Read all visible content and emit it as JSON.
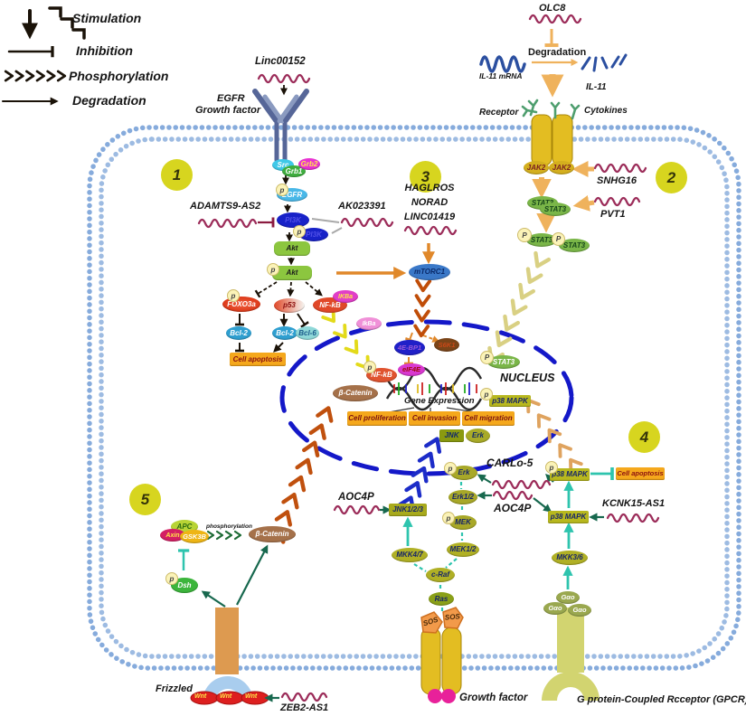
{
  "legend": {
    "stimulation": "Stimulation",
    "inhibition": "Inhibition",
    "phosphorylation": "Phosphorylation",
    "degradation": "Degradation"
  },
  "steps": {
    "s1": "1",
    "s2": "2",
    "s3": "3",
    "s4": "4",
    "s5": "5"
  },
  "p": {
    "lower": "p",
    "upper": "P"
  },
  "egfr": {
    "linc00152": "Linc00152",
    "receptor_line1": "EGFR",
    "receptor_line2": "Growth factor",
    "src": "Src",
    "grb1": "Grb1",
    "grb2": "Grb2",
    "egfr": "EGFR",
    "adamts9_as2": "ADAMTS9-AS2",
    "ak023391": "AK023391",
    "pi3k": "PI3K",
    "akt": "Akt",
    "foxo3a": "FOXO3a",
    "p53": "p53",
    "nfkb": "NF-kB",
    "ikba": "IKBa",
    "bcl2": "Bcl-2",
    "bcl6": "Bcl-6",
    "cell_apoptosis": "Cell apoptosis"
  },
  "mtor": {
    "haglros": "HAGLROS",
    "norad": "NORAD",
    "linc01419": "LINC01419",
    "mtorc1": "mTORC1"
  },
  "il11": {
    "olc8": "OLC8",
    "degradation": "Degradation",
    "il11_mrna": "IL-11 mRNA",
    "il11": "IL-11",
    "receptor": "Receptor",
    "cytokines": "Cytokines",
    "jak2": "JAK2",
    "snhg16": "SNHG16",
    "pvt1": "PVT1",
    "stat3": "STAT3"
  },
  "nucleus": {
    "title": "NUCLEUS",
    "ikba": "IkBa",
    "e4_bp1": "4E-BP1",
    "s6k1": "S6K1",
    "eif4e": "eIF4E",
    "nfkb": "NF-kB",
    "b_catenin": "β-Catenin",
    "stat3": "STAT3",
    "p38_mapk": "p38 MAPK",
    "gene_expression": "Gene Expression",
    "cell_proliferation": "Cell proliferation",
    "cell_invasion": "Cell invasion",
    "cell_migration": "Cell migration",
    "jnk": "JNK",
    "erk": "Erk"
  },
  "mapk": {
    "aoc4p": "AOC4P",
    "jnk123": "JNK1/2/3",
    "mkk47": "MKK4/7",
    "erk": "Erk",
    "erk12": "Erk1/2",
    "carlo5": "CARLo-5",
    "mek": "MEK",
    "mek12": "MEK1/2",
    "c_raf": "c-Raf",
    "ras": "Ras",
    "sos": "SOS",
    "growth_factor": "Growth factor"
  },
  "gpcr": {
    "p38_mapk": "p38 MAPK",
    "cell_apoptosis": "Cell apoptosis",
    "kcnk15_as1": "KCNK15-AS1",
    "mkk36": "MKK3/6",
    "gao": "Gαo",
    "label": "G protein-Coupled Rcceptor (GPCR)"
  },
  "wnt": {
    "apc": "APC",
    "axin": "Axin",
    "gsk3b": "GSK3B",
    "phosphorylation": "phosphorylation",
    "b_catenin": "β-Catenin",
    "dsh": "Dsh",
    "frizzled": "Frizzled",
    "wnt": "Wnt",
    "zeb2_as1": "ZEB2-AS1"
  }
}
